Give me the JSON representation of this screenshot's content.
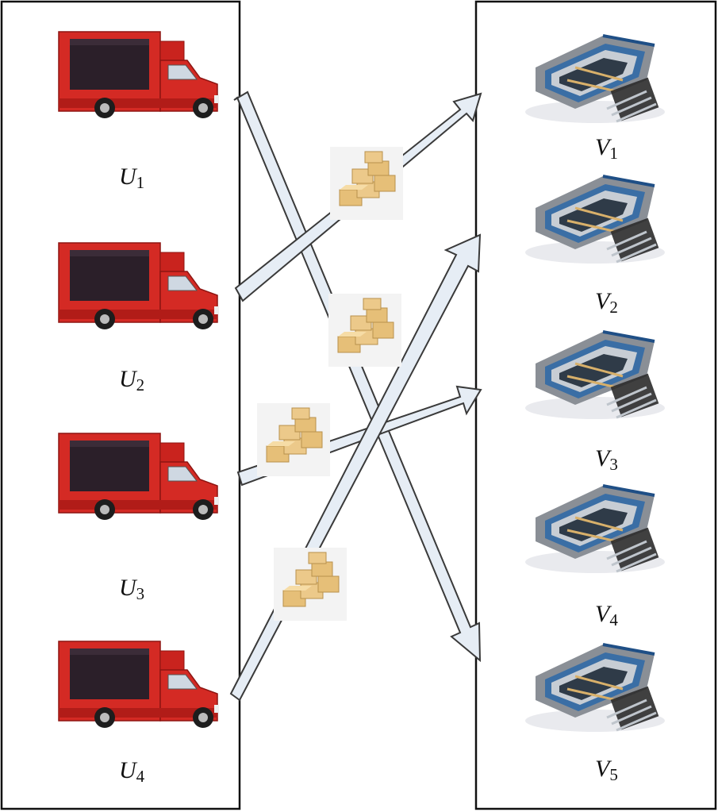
{
  "colors": {
    "panel_border": "#111111",
    "arrow_fill": "#e6edf5",
    "arrow_stroke": "#3a3a3a",
    "truck_body": "#d42a24",
    "truck_screen": "#2b1f29",
    "box_fill": "#e6bf78",
    "warehouse_roof": "#3a6ea5"
  },
  "vehicles": [
    {
      "letter": "U",
      "index": "1",
      "icon": "red-truck-icon"
    },
    {
      "letter": "U",
      "index": "2",
      "icon": "red-truck-icon"
    },
    {
      "letter": "U",
      "index": "3",
      "icon": "red-truck-icon"
    },
    {
      "letter": "U",
      "index": "4",
      "icon": "red-truck-icon"
    }
  ],
  "warehouses": [
    {
      "letter": "V",
      "index": "1",
      "icon": "warehouse-icon"
    },
    {
      "letter": "V",
      "index": "2",
      "icon": "warehouse-icon"
    },
    {
      "letter": "V",
      "index": "3",
      "icon": "warehouse-icon"
    },
    {
      "letter": "V",
      "index": "4",
      "icon": "warehouse-icon"
    },
    {
      "letter": "V",
      "index": "5",
      "icon": "warehouse-icon"
    }
  ],
  "deliveries": [
    {
      "from": "U1",
      "to": "V5",
      "cargo_icon": "stacked-boxes-icon"
    },
    {
      "from": "U2",
      "to": "V1",
      "cargo_icon": "stacked-boxes-icon"
    },
    {
      "from": "U3",
      "to": "V3",
      "cargo_icon": "stacked-boxes-icon"
    },
    {
      "from": "U4",
      "to": "V2",
      "cargo_icon": "stacked-boxes-icon"
    }
  ]
}
